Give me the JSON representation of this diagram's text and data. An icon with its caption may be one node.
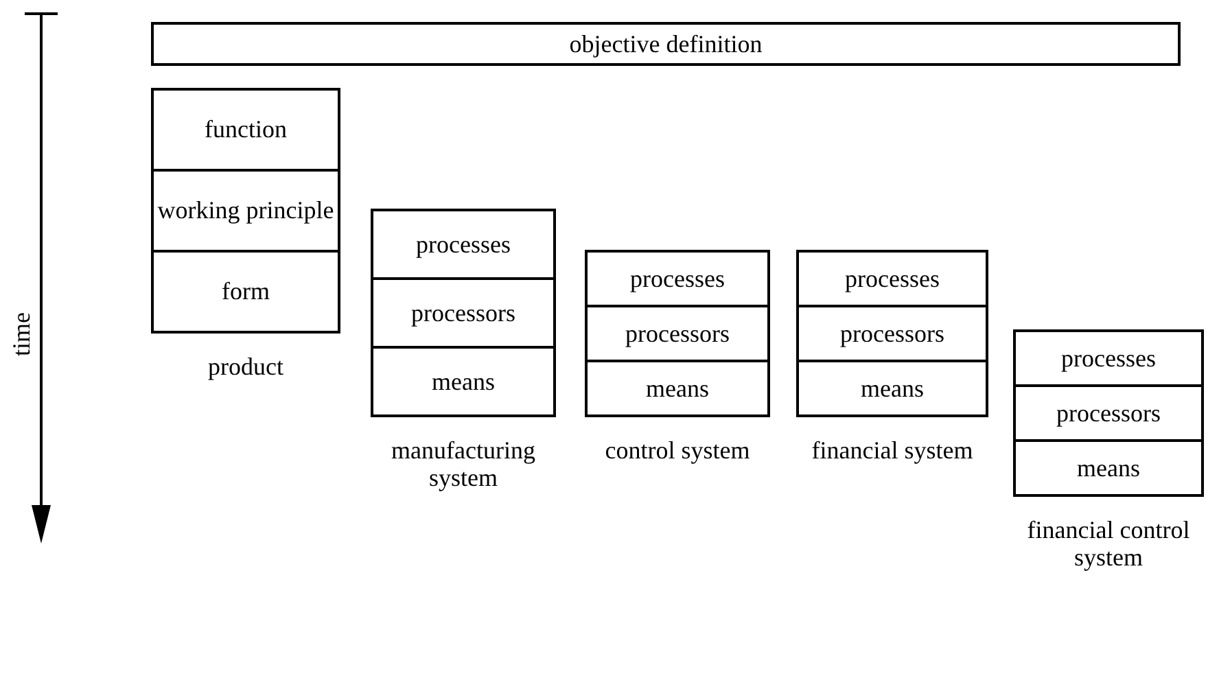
{
  "diagram": {
    "nodes": [
      {
        "text": [
          "objective definition"
        ]
      },
      {
        "text": [
          "product"
        ]
      },
      {
        "text": [
          "function"
        ],
        "in": 1
      },
      {
        "text": [
          "working principle"
        ],
        "in": 1
      },
      {
        "text": [
          "form"
        ],
        "in": 1
      },
      {
        "text": [
          "manufacturing system"
        ]
      },
      {
        "text": [
          "processes"
        ],
        "in": 5
      },
      {
        "text": [
          "processors"
        ],
        "in": 5
      },
      {
        "text": [
          "means"
        ],
        "in": 5
      },
      {
        "text": [
          "control system"
        ]
      },
      {
        "text": [
          "processes"
        ],
        "in": 9
      },
      {
        "text": [
          "processors"
        ],
        "in": 9
      },
      {
        "text": [
          "means"
        ],
        "in": 9
      },
      {
        "text": [
          "financial system"
        ]
      },
      {
        "text": [
          "processes"
        ],
        "in": 13
      },
      {
        "text": [
          "processors"
        ],
        "in": 13
      },
      {
        "text": [
          "means"
        ],
        "in": 13
      },
      {
        "text": [
          "financial control system"
        ]
      },
      {
        "text": [
          "processes"
        ],
        "in": 17
      },
      {
        "text": [
          "processors"
        ],
        "in": 17
      },
      {
        "text": [
          "means"
        ],
        "in": 17
      }
    ],
    "edges": [],
    "labels": [
      "time"
    ]
  }
}
